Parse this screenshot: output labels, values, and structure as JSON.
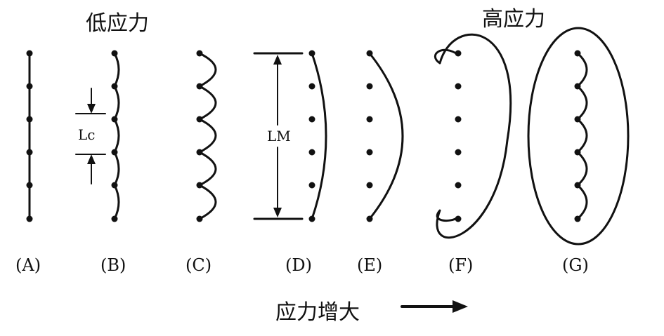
{
  "title_low": "低应力",
  "title_high": "高应力",
  "axis_caption": "应力增大",
  "panels": [
    "(A)",
    "(B)",
    "(C)",
    "(D)",
    "(E)",
    "(F)",
    "(G)"
  ],
  "length_c": "Lc",
  "length_m": "LM",
  "colors": {
    "ink": "#111111",
    "background": "#ffffff"
  }
}
